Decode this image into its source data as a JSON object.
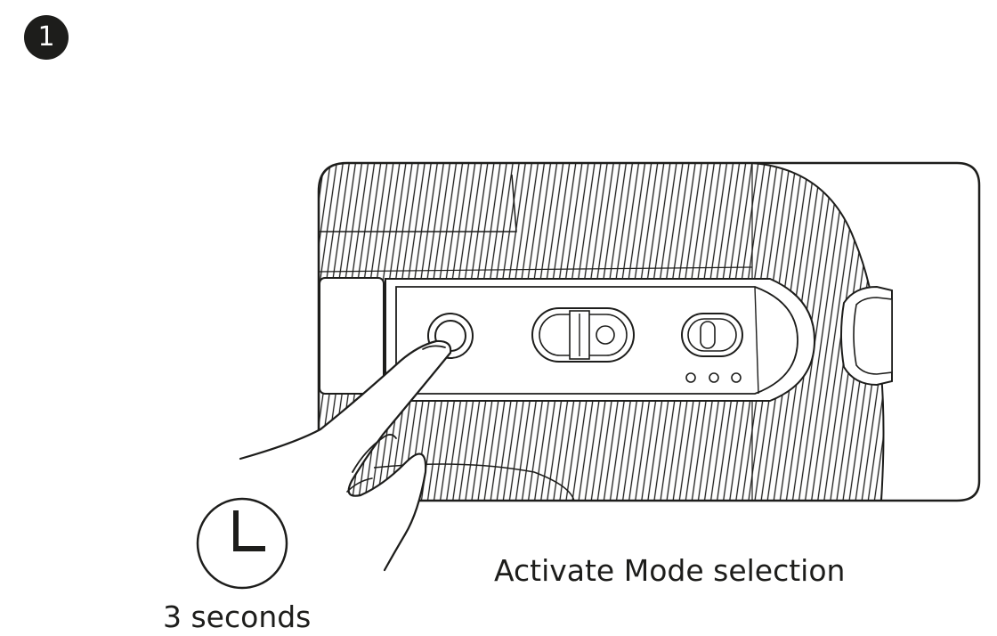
{
  "step": {
    "number": "1"
  },
  "captions": {
    "action": "Activate Mode selection",
    "duration": "3 seconds"
  },
  "device": {
    "indicator_dots": 3,
    "icons": [
      "power-button-icon",
      "slide-switch-icon",
      "toggle-switch-icon",
      "clock-icon",
      "hand-icon"
    ]
  },
  "colors": {
    "line": "#1d1d1b",
    "badge": "#1d1d1b",
    "background": "#ffffff"
  }
}
